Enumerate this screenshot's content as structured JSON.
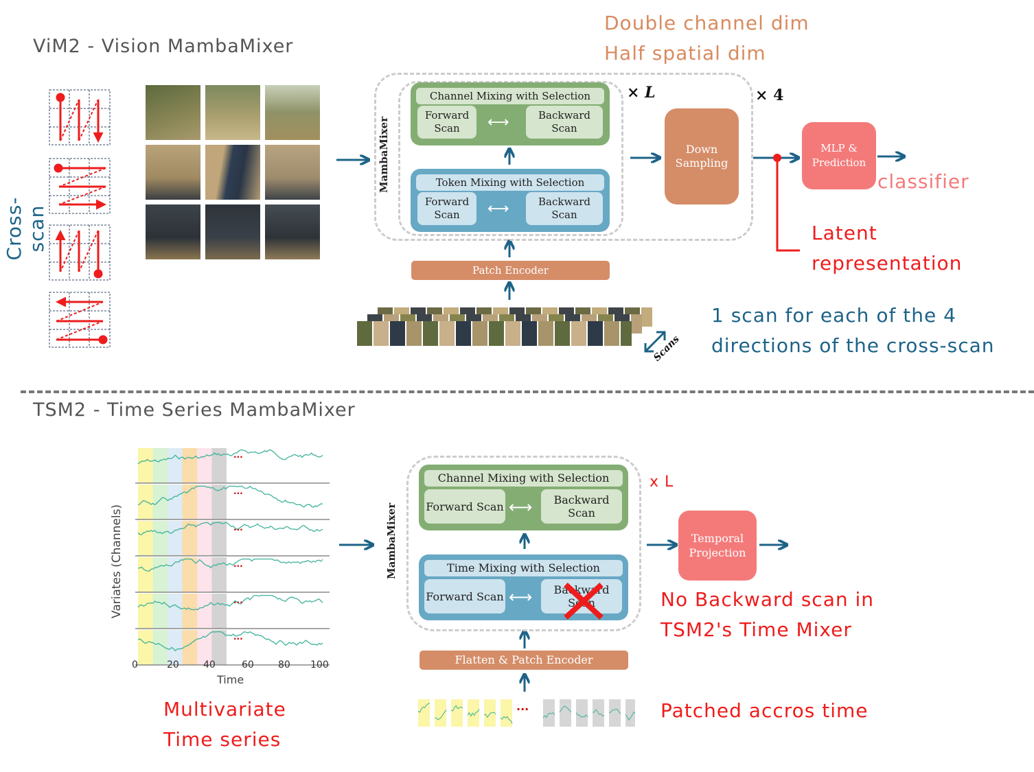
{
  "top": {
    "title": "ViM2 - Vision MambaMixer",
    "cross_scan_label": "Cross-scan",
    "mixer_label": "MambaMixer",
    "channel_block": {
      "header": "Channel Mixing with Selection",
      "forward": "Forward Scan",
      "backward": "Backward Scan"
    },
    "token_block": {
      "header": "Token Mixing with Selection",
      "forward": "Forward Scan",
      "backward": "Backward Scan"
    },
    "repeat_inner": "× L",
    "repeat_outer": "× 4",
    "down_sampling": "Down Sampling",
    "mlp": "MLP & Prediction",
    "patch_encoder": "Patch Encoder",
    "scans_label": "Scans",
    "notes": {
      "downsample_line1": "Double channel dim",
      "downsample_line2": "Half spatial dim",
      "classifier": "classifier",
      "latent_line1": "Latent",
      "latent_line2": "representation",
      "scan_line1": "1 scan for each of the 4",
      "scan_line2": "directions of the cross-scan"
    }
  },
  "bottom": {
    "title": "TSM2 - Time Series MambaMixer",
    "mixer_label": "MambaMixer",
    "channel_block": {
      "header": "Channel Mixing with Selection",
      "forward": "Forward Scan",
      "backward": "Backward Scan"
    },
    "time_block": {
      "header": "Time Mixing with Selection",
      "forward": "Forward Scan",
      "backward": "Backward Scan"
    },
    "repeat_inner": "x L",
    "temporal_projection": "Temporal Projection",
    "flatten_encoder": "Flatten & Patch Encoder",
    "ellipsis": "...",
    "notes": {
      "no_backward_line1": "No Backward scan in",
      "no_backward_line2": "TSM2's Time Mixer",
      "patched_across": "Patched accros time",
      "multivariate_line1": "Multivariate",
      "multivariate_line2": "Time series"
    },
    "chart": {
      "ylabel": "Variates (Channels)",
      "xlabel": "Time",
      "xticks": [
        "0",
        "20",
        "40",
        "60",
        "80",
        "100"
      ],
      "series_count": 6,
      "ellipsis": "..."
    }
  },
  "colors": {
    "green_block": "#84ad74",
    "blue_block": "#67a8c4",
    "orange_block": "#d58d68",
    "pink_block": "#f47a7a",
    "arrow": "#1d6388",
    "annotation_red": "#ee1c1c",
    "annotation_orange": "#d98a5f",
    "annotation_blue": "#1d6388"
  }
}
